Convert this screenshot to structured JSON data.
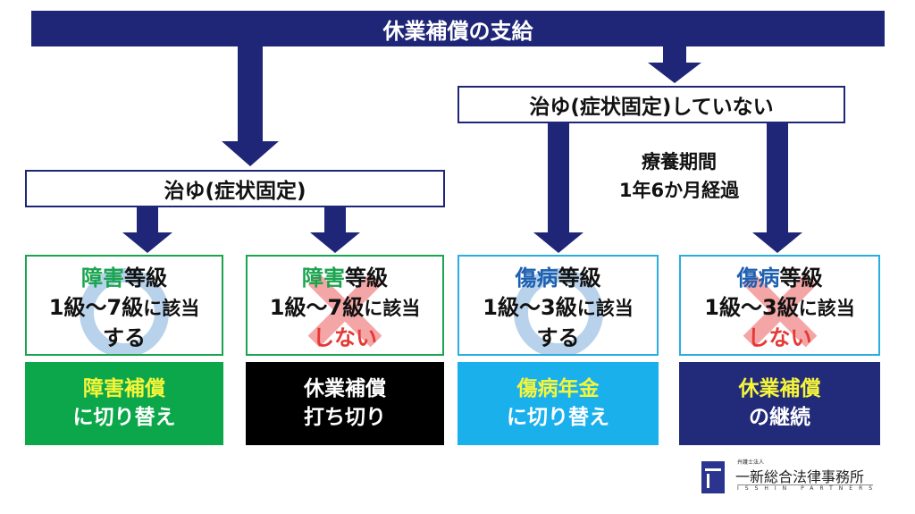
{
  "title": "休業補償の支給",
  "cond_right": "治ゆ(症状固定)していない",
  "cond_left": "治ゆ(症状固定)",
  "period": {
    "line1": "療養期間",
    "line2": "1年6か月経過"
  },
  "cards": [
    {
      "head_a": "障害",
      "head_b": "等級",
      "range": "1級～7級",
      "suffix": "に該当",
      "last": "する",
      "mark": "circle"
    },
    {
      "head_a": "障害",
      "head_b": "等級",
      "range": "1級～7級",
      "suffix": "に該当",
      "last": "しない",
      "mark": "cross"
    },
    {
      "head_a": "傷病",
      "head_b": "等級",
      "range": "1級～3級",
      "suffix": "に該当",
      "last": "する",
      "mark": "circle"
    },
    {
      "head_a": "傷病",
      "head_b": "等級",
      "range": "1級～3級",
      "suffix": "に該当",
      "last": "しない",
      "mark": "cross"
    }
  ],
  "results": [
    {
      "line1": "障害補償",
      "line2": "に切り替え",
      "color": "#0ba74a"
    },
    {
      "line1": "休業補償",
      "line2": "打ち切り",
      "color": "#000000"
    },
    {
      "line1": "傷病年金",
      "line2": "に切り替え",
      "color": "#1ab0ec"
    },
    {
      "line1": "休業補償",
      "line2": "の継続",
      "color": "#222a7a"
    }
  ],
  "logo": {
    "small": "弁護士法人",
    "name": "一新総合法律事務所",
    "en": "ISSHIN PARTNERS",
    "emblem": "ISSHIN"
  },
  "colors": {
    "navy": "#1f2677",
    "green": "#1aa44f",
    "blue": "#2aaee0",
    "red": "#e53935"
  }
}
